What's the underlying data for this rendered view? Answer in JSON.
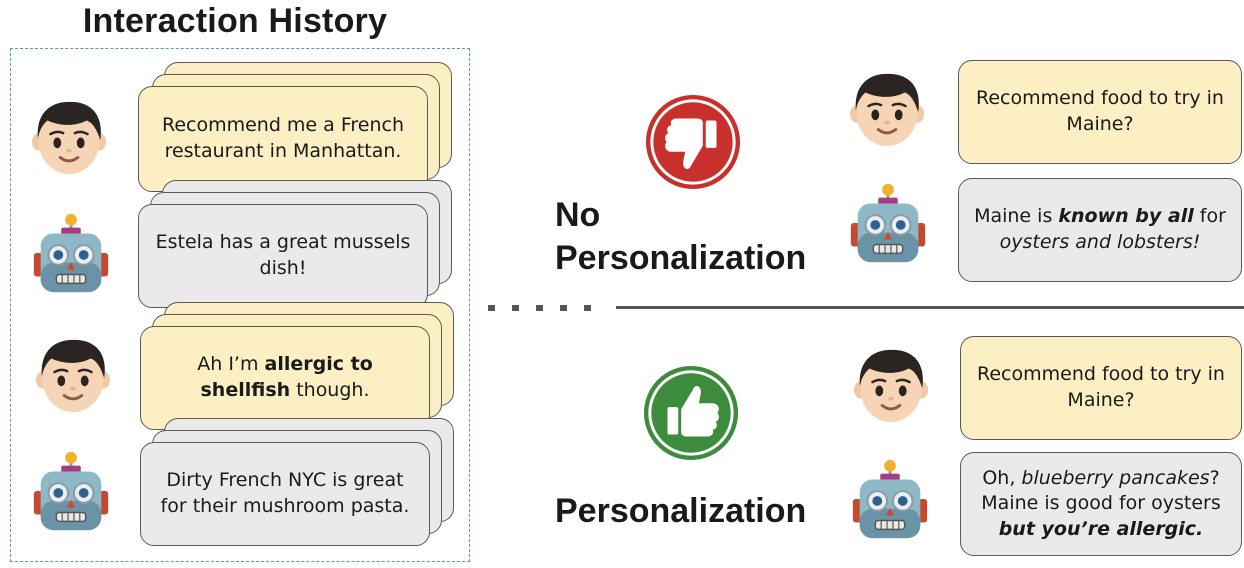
{
  "history": {
    "title": "Interaction History",
    "turns": [
      {
        "role": "user",
        "parts": [
          {
            "t": "Recommend me a French restaurant in Manhattan."
          }
        ]
      },
      {
        "role": "bot",
        "parts": [
          {
            "t": "Estela has a great mussels dish!"
          }
        ]
      },
      {
        "role": "user",
        "parts": [
          {
            "t": "Ah I’m "
          },
          {
            "t": "allergic to shellfish",
            "b": true
          },
          {
            "t": " though."
          }
        ]
      },
      {
        "role": "bot",
        "parts": [
          {
            "t": "Dirty French NYC is great for their mushroom pasta."
          }
        ]
      }
    ]
  },
  "no_personalization": {
    "label": "No Personalization",
    "icon": "thumbs-down-icon",
    "icon_color": "#c8312b",
    "question": "Recommend food to try in Maine?",
    "answer_parts": [
      {
        "t": "Maine is "
      },
      {
        "t": "known by all",
        "b": true,
        "i": true
      },
      {
        "t": " for "
      },
      {
        "t": "oysters and lobsters!",
        "i": true
      }
    ]
  },
  "personalization": {
    "label": "Personalization",
    "icon": "thumbs-up-icon",
    "icon_color": "#3d8b3d",
    "question": "Recommend food to try in Maine?",
    "answer_parts": [
      {
        "t": "Oh, "
      },
      {
        "t": "blueberry pancakes",
        "i": true
      },
      {
        "t": "? Maine is good for oysters "
      },
      {
        "t": "but you’re allergic.",
        "b": true,
        "i": true
      }
    ]
  },
  "colors": {
    "user_bubble": "#fcefc3",
    "bot_bubble": "#eaeaea",
    "frame": "#5b9ca0"
  }
}
